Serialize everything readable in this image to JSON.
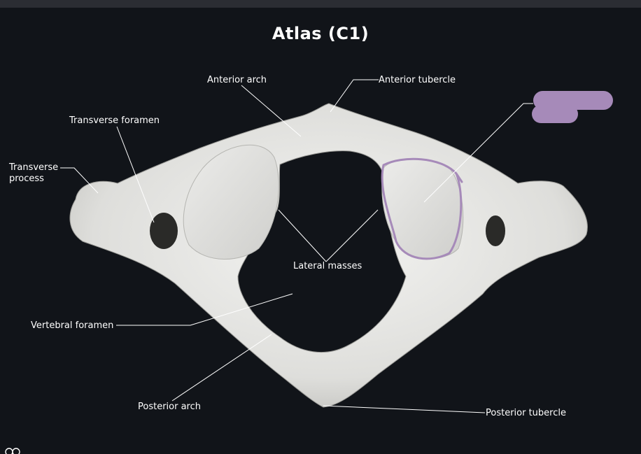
{
  "title": "Atlas (C1)",
  "labels": {
    "anterior_arch": "Anterior arch",
    "anterior_tubercle": "Anterior tubercle",
    "transverse_foramen": "Transverse foramen",
    "transverse_process": "Transverse process",
    "lateral_masses": "Lateral masses",
    "vertebral_foramen": "Vertebral foramen",
    "posterior_arch": "Posterior arch",
    "posterior_tubercle": "Posterior tubercle"
  },
  "colors": {
    "background": "#111419",
    "bone": "#e4e4e1",
    "annotation": "#a68ab9",
    "leader": "#ffffff"
  },
  "icons": {
    "corner": "app-logo-icon"
  }
}
